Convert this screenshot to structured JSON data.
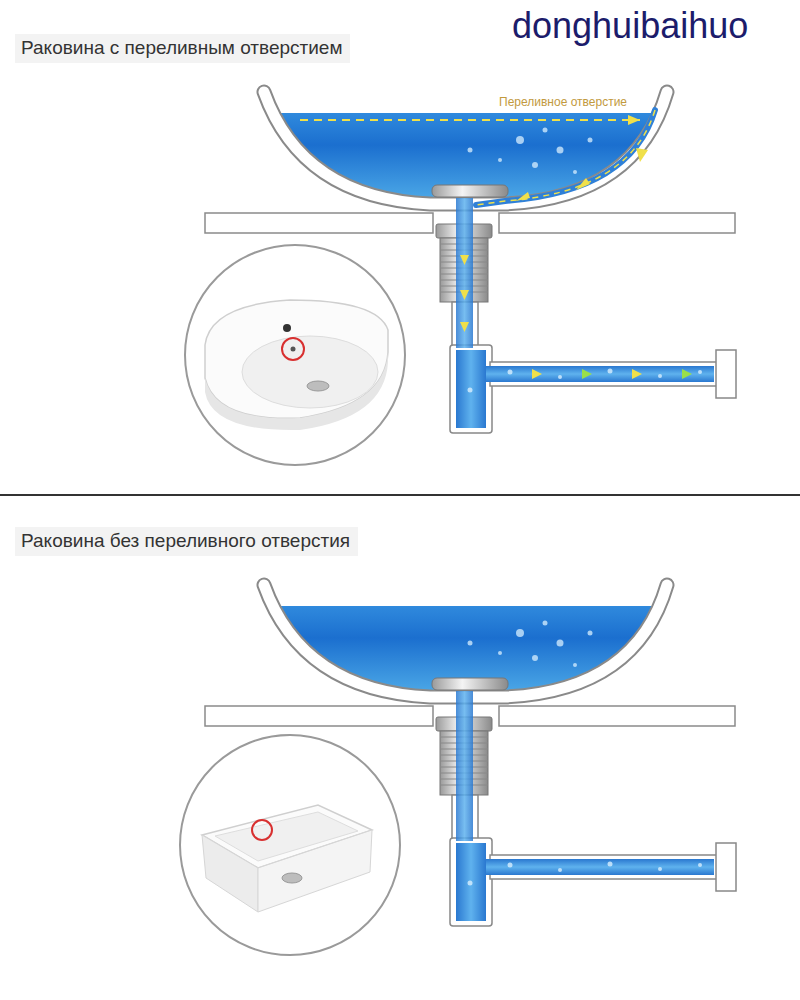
{
  "diagram": {
    "labels": [
      "Раковина с переливным отверстием",
      "donghuibaihuo",
      "Переливное отверстие",
      "Раковина без переливного отверстия"
    ]
  }
}
